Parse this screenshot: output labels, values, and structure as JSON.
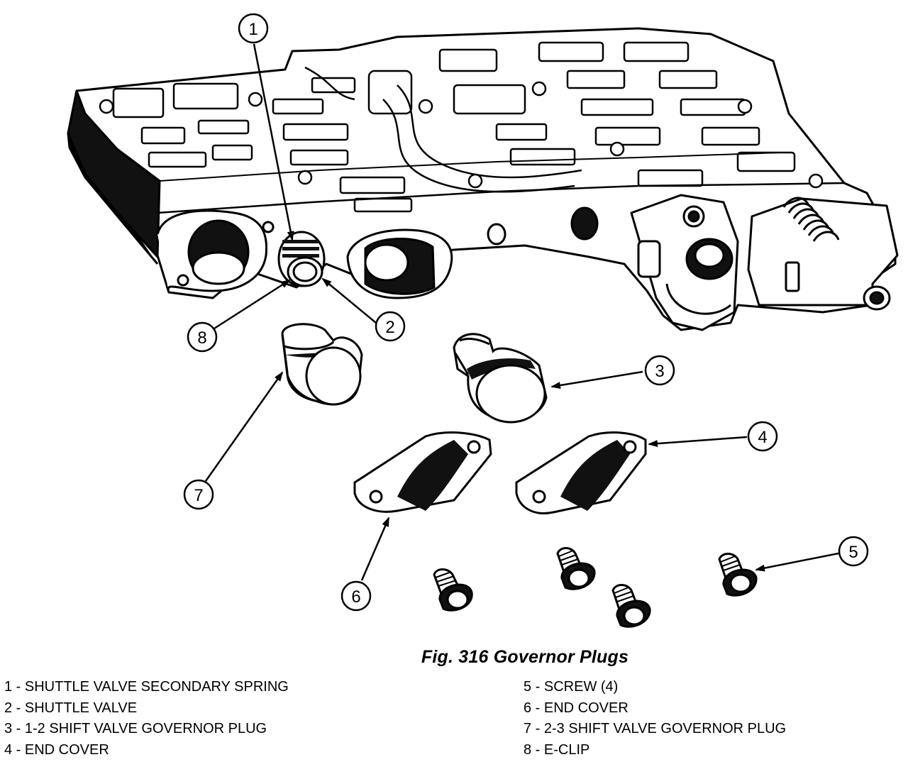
{
  "figure": {
    "caption": "Fig. 316 Governor Plugs"
  },
  "callouts": [
    {
      "id": "callout-1",
      "number": "1"
    },
    {
      "id": "callout-2",
      "number": "2"
    },
    {
      "id": "callout-3",
      "number": "3"
    },
    {
      "id": "callout-4",
      "number": "4"
    },
    {
      "id": "callout-5",
      "number": "5"
    },
    {
      "id": "callout-6",
      "number": "6"
    },
    {
      "id": "callout-7",
      "number": "7"
    },
    {
      "id": "callout-8",
      "number": "8"
    }
  ],
  "legend": {
    "left": [
      "1 - SHUTTLE VALVE SECONDARY SPRING",
      "2 - SHUTTLE VALVE",
      "3 - 1-2 SHIFT VALVE GOVERNOR PLUG",
      "4 - END COVER"
    ],
    "right": [
      "5 - SCREW (4)",
      "6 - END COVER",
      "7 - 2-3 SHIFT VALVE GOVERNOR PLUG",
      "8 - E-CLIP"
    ]
  }
}
